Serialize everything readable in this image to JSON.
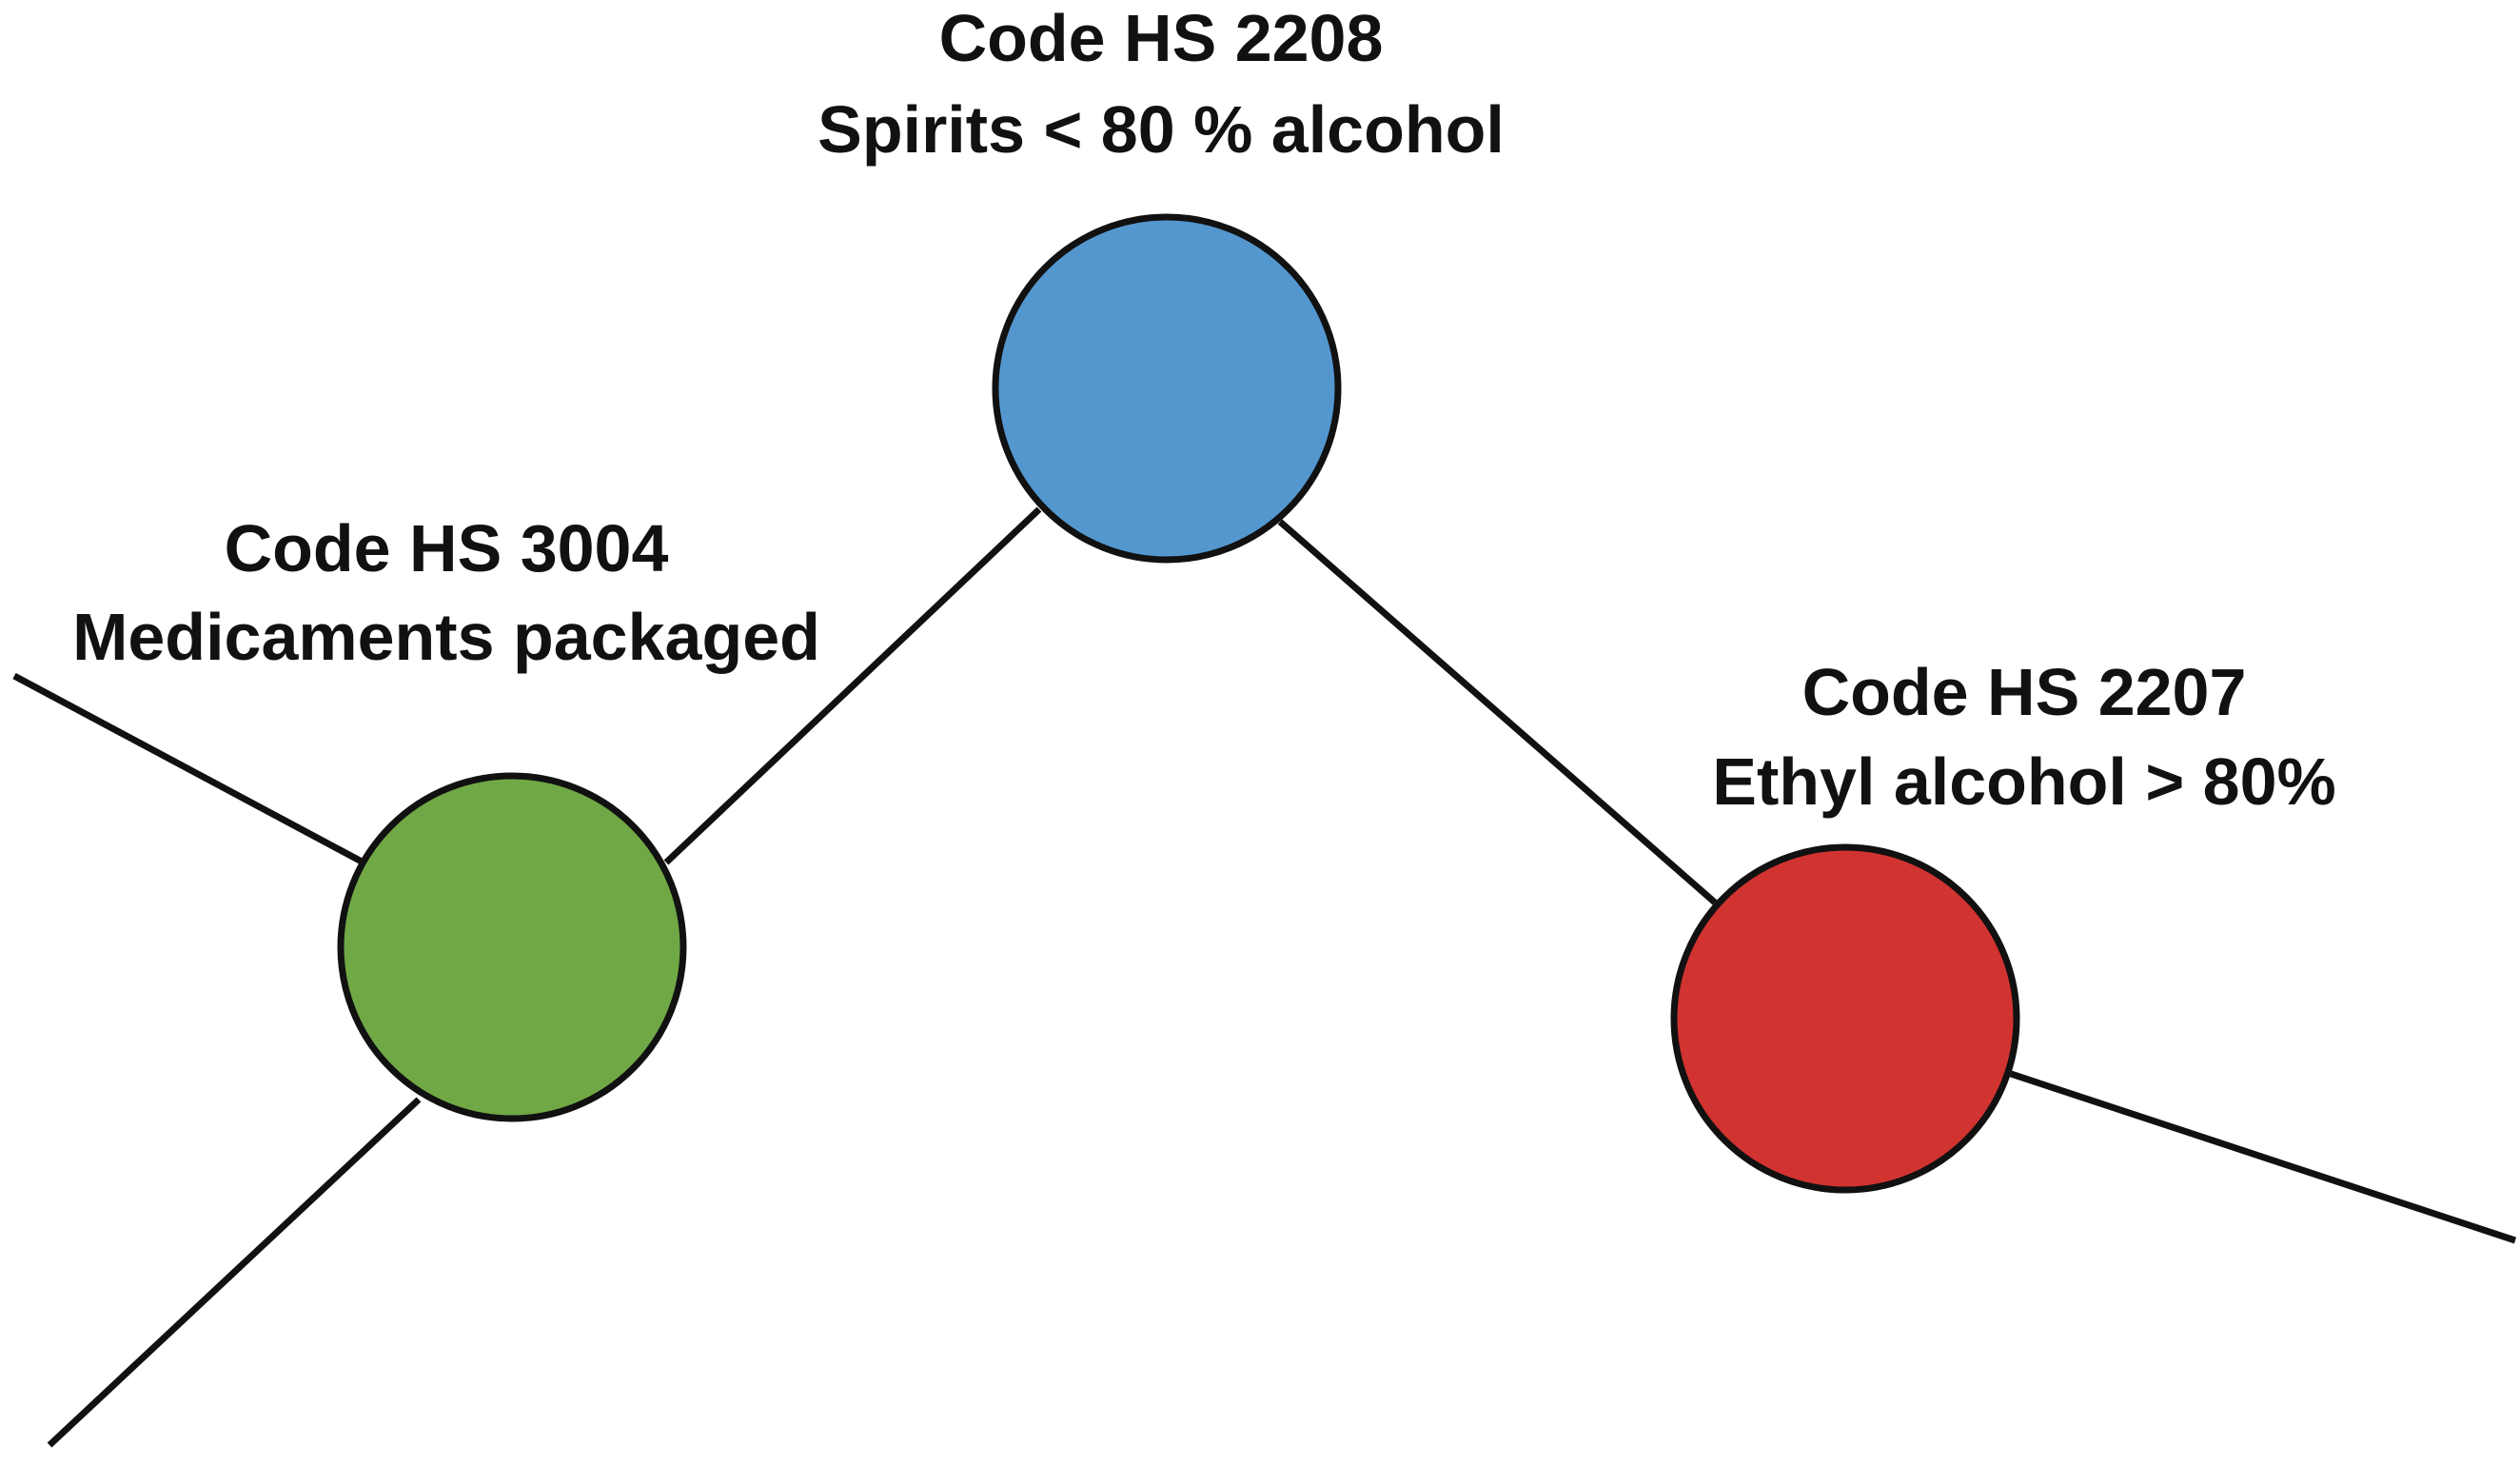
{
  "nodes": [
    {
      "id": "hs3004",
      "code": "Code HS 3004",
      "description": "Medicaments packaged",
      "color": "#70A845"
    },
    {
      "id": "hs2208",
      "code": "Code HS 2208",
      "description": "Spirits < 80 % alcohol",
      "color": "#5497CF"
    },
    {
      "id": "hs2207",
      "code": "Code HS 2207",
      "description": "Ethyl alcohol > 80%",
      "color": "#D13330"
    }
  ],
  "colors": {
    "stroke": "#111111",
    "text": "#111111",
    "background": "#FFFFFF"
  }
}
